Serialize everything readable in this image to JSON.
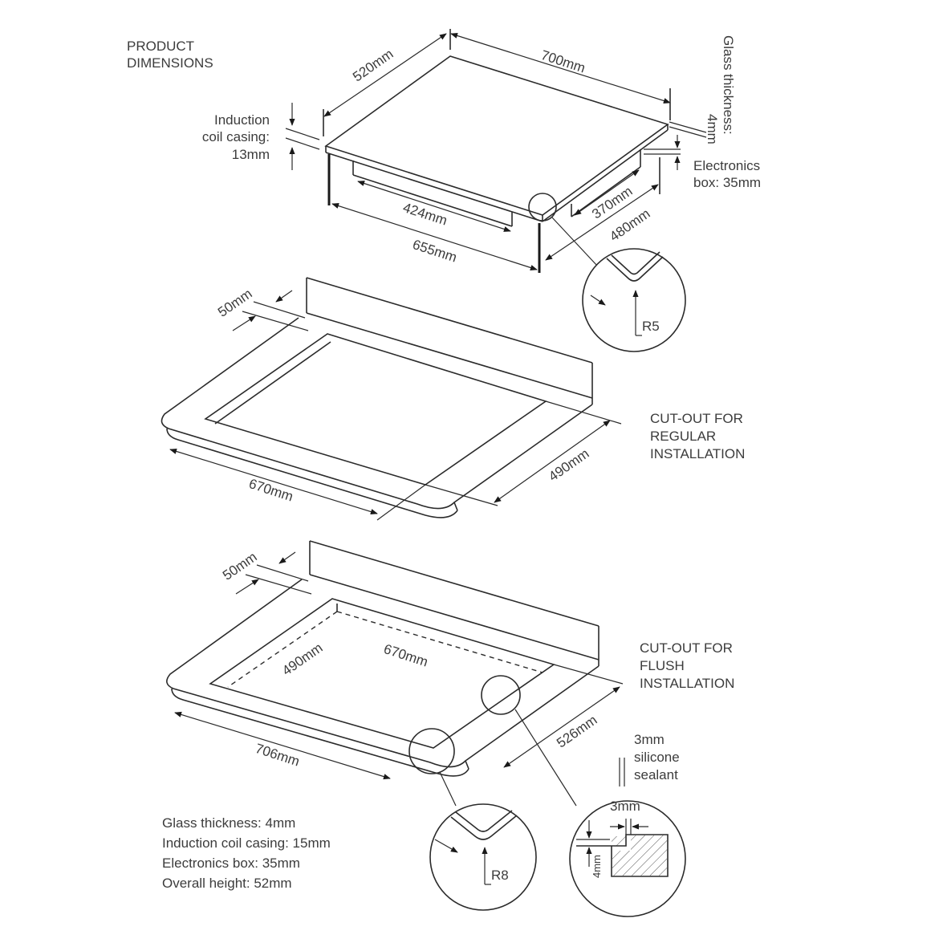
{
  "product": {
    "heading_line1": "PRODUCT",
    "heading_line2": "DIMENSIONS",
    "width_label": "700mm",
    "depth_label": "520mm",
    "coil_casing_line1": "Induction",
    "coil_casing_line2": "coil casing:",
    "coil_casing_line3": "13mm",
    "glass_thickness_line1": "Glass thickness:",
    "glass_thickness_line2": "4mm",
    "electronics_line1": "Electronics",
    "electronics_line2": "box: 35mm",
    "inner_width_label": "424mm",
    "base_width_label": "655mm",
    "inner_depth_label": "370mm",
    "base_depth_label": "480mm",
    "radius_label": "R5"
  },
  "regular_cutout": {
    "title_line1": "CUT-OUT FOR",
    "title_line2": "REGULAR",
    "title_line3": "INSTALLATION",
    "back_gap_label": "50mm",
    "width_label": "670mm",
    "depth_label": "490mm"
  },
  "flush_cutout": {
    "title_line1": "CUT-OUT FOR",
    "title_line2": "FLUSH",
    "title_line3": "INSTALLATION",
    "back_gap_label": "50mm",
    "inner_depth_label": "490mm",
    "inner_width_label": "670mm",
    "outer_width_label": "706mm",
    "outer_depth_label": "526mm",
    "radius_label": "R8",
    "sealant_line1": "3mm",
    "sealant_line2": "silicone",
    "sealant_line3": "sealant",
    "gap_label": "3mm",
    "rebate_label": "4mm"
  },
  "specs": [
    "Glass thickness: 4mm",
    "Induction coil casing: 15mm",
    "Electronics box: 35mm",
    "Overall height: 52mm"
  ]
}
